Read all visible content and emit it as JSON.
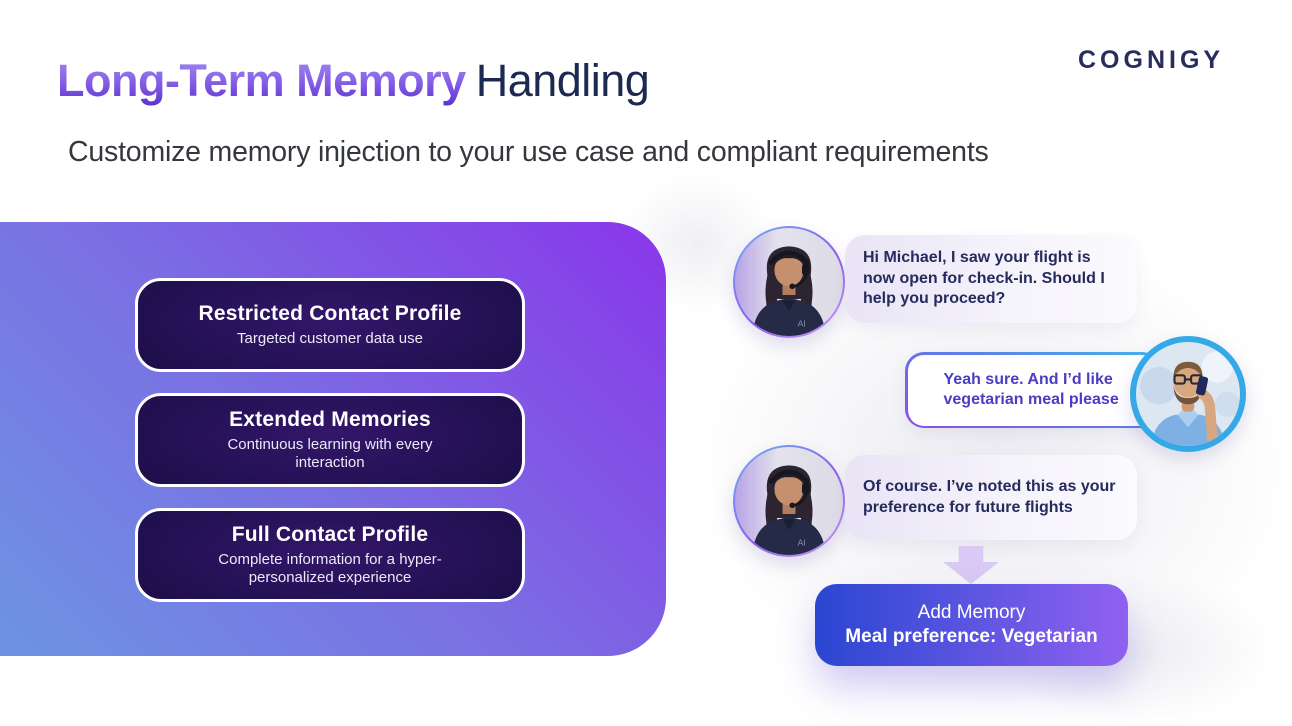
{
  "header": {
    "title_highlight": "Long-Term Memory",
    "title_rest": "Handling",
    "subtitle": "Customize memory injection to your use case and compliant requirements",
    "logo": "COGNIGY"
  },
  "memory_panel": {
    "cards": [
      {
        "title": "Restricted Contact Profile",
        "subtitle": "Targeted customer data use"
      },
      {
        "title": "Extended Memories",
        "subtitle": "Continuous learning with every interaction"
      },
      {
        "title": "Full Contact Profile",
        "subtitle": "Complete information for a hyper-personalized experience"
      }
    ]
  },
  "chat": {
    "agent_avatar_label": "AI",
    "messages": [
      {
        "sender": "agent",
        "text": "Hi Michael, I saw your flight is now open for check-in. Should I help you proceed?"
      },
      {
        "sender": "user",
        "text": "Yeah sure. And I’d like vegetarian meal please"
      },
      {
        "sender": "agent",
        "text": "Of course. I’ve noted this as your preference for future flights"
      }
    ],
    "memory_action": {
      "line1": "Add Memory",
      "line2": "Meal preference: Vegetarian"
    }
  },
  "colors": {
    "title_gradient_top": "#a18ff2",
    "title_gradient_bottom": "#5c33cd",
    "title_rest": "#1c2a52",
    "logo": "#272e5e",
    "panel_gradient_blue": "#6d94e3",
    "panel_gradient_purple": "#8a36ea",
    "card_background": "#140c3f",
    "card_border": "#ffffff",
    "agent_bubble": "#e9e4f6",
    "agent_bubble_text": "#262a5c",
    "user_bubble_text": "#4b3dc2",
    "user_avatar_ring": "#35a9e8",
    "arrow": "#d9c9f4",
    "action_gradient_left": "#2a46d2",
    "action_gradient_right": "#9161f1"
  }
}
